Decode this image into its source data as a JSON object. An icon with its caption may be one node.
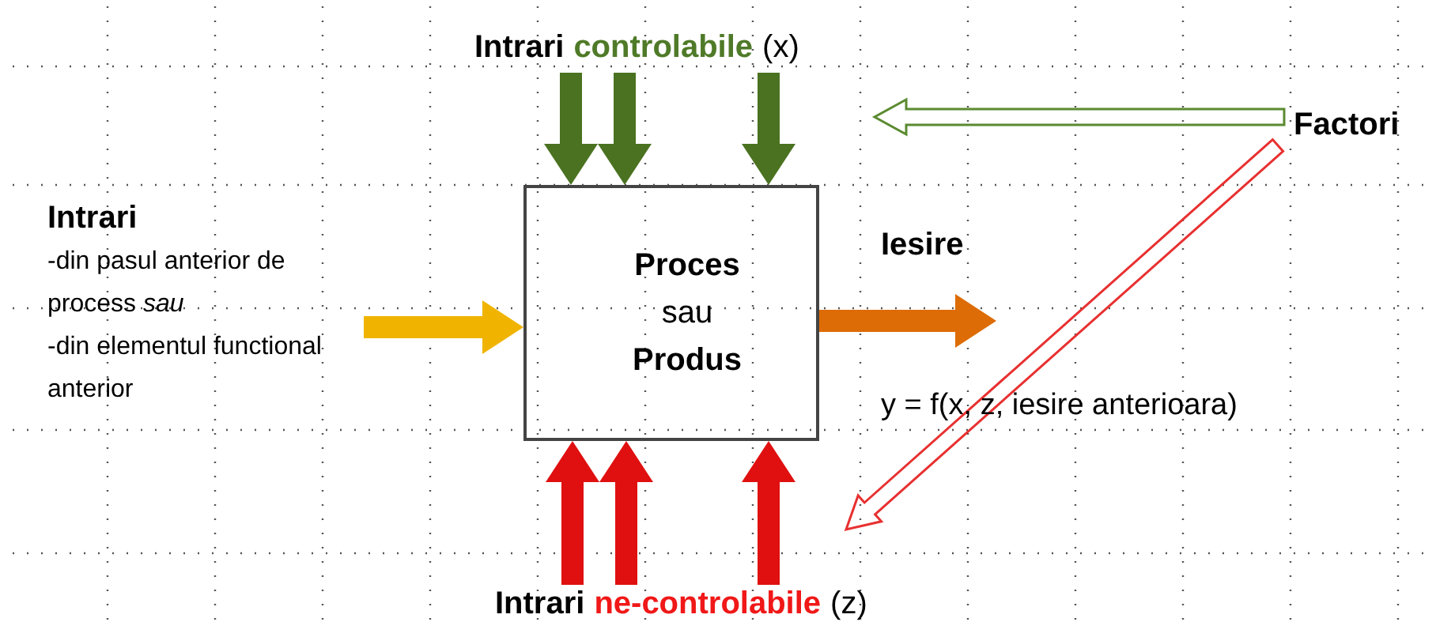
{
  "diagram": {
    "nodes": [
      {
        "text": [
          "Intrari",
          "controlabile",
          "(x)"
        ]
      },
      {
        "text": [
          "Factori"
        ]
      },
      {
        "text": [
          "Intrari",
          "-din pasul anterior de process *sau*",
          "-din elementul functional anterior"
        ]
      },
      {
        "text": [
          "Proces",
          "sau",
          "Produs"
        ]
      },
      {
        "text": [
          "Intrari",
          "ne-controlabile",
          "(z)"
        ]
      }
    ],
    "edges": [
      {
        "from": 0,
        "to": 3,
        "arrow": "to",
        "color": "#4a7220"
      },
      {
        "from": 0,
        "to": 3,
        "arrow": "to",
        "color": "#4a7220"
      },
      {
        "from": 0,
        "to": 3,
        "arrow": "to",
        "color": "#4a7220"
      },
      {
        "from": 1,
        "to": null,
        "arrow": "to",
        "color": "#5b8a30"
      },
      {
        "from": 1,
        "to": null,
        "arrow": "to",
        "color": "#e83030"
      },
      {
        "from": 2,
        "to": 3,
        "arrow": "to",
        "color": "#f0b400"
      },
      {
        "from": 3,
        "to": null,
        "arrow": "to",
        "color": "#dd6c06"
      },
      {
        "from": 4,
        "to": 3,
        "arrow": "to",
        "color": "#e01010"
      },
      {
        "from": 4,
        "to": 3,
        "arrow": "to",
        "color": "#e01010"
      },
      {
        "from": 4,
        "to": 3,
        "arrow": "to",
        "color": "#e01010"
      }
    ],
    "labels": [
      "Iesire",
      "y = f(x, z, iesire anterioara)"
    ]
  }
}
